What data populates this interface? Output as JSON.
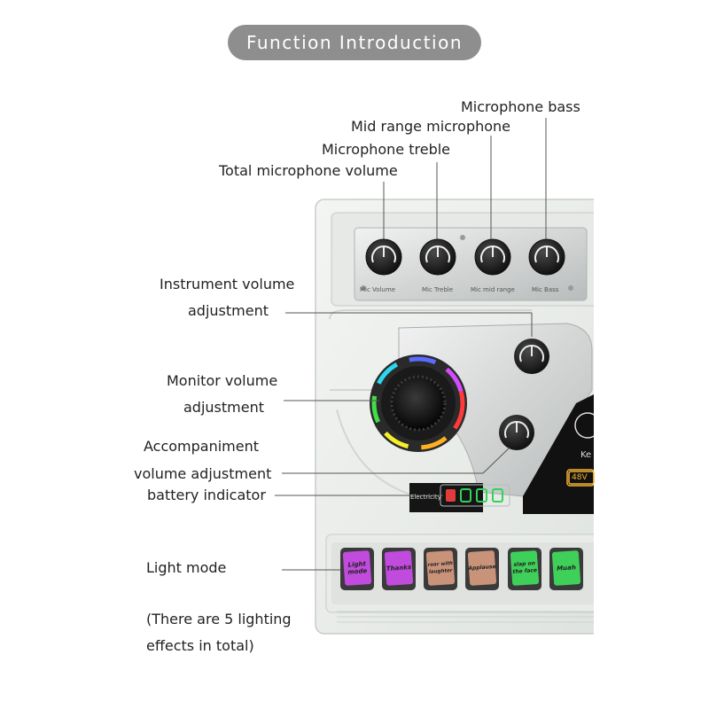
{
  "header": {
    "title": "Function Introduction"
  },
  "callouts": {
    "microphone_bass": "Microphone bass",
    "mid_range_microphone": "Mid range microphone",
    "microphone_treble": "Microphone treble",
    "total_microphone_volume": "Total microphone volume",
    "instrument_volume_line1": "Instrument volume",
    "instrument_volume_line2": "adjustment",
    "monitor_volume_line1": "Monitor volume",
    "monitor_volume_line2": "adjustment",
    "accompaniment_line1": "Accompaniment",
    "accompaniment_line2": "volume adjustment",
    "battery_indicator": "battery indicator",
    "light_mode": "Light mode",
    "lighting_note_line1": "(There are 5 lighting",
    "lighting_note_line2": "effects in total)"
  },
  "device": {
    "knob_labels": [
      "Mic Volume",
      "Mic Treble",
      "Mic mid range",
      "Mic Bass"
    ],
    "electricity_label": "Electricity",
    "phantom_label": "48V",
    "key_label": "Ke",
    "battery_level_count": 4,
    "colors": {
      "battery_red": "#e23b3b",
      "battery_green": "#2fd45a"
    },
    "buttons": [
      {
        "label_line1": "Light",
        "label_line2": "mode",
        "color": "#c04bdc"
      },
      {
        "label_line1": "Thanks",
        "label_line2": "",
        "color": "#c04bdc"
      },
      {
        "label_line1": "roar with",
        "label_line2": "laughter",
        "color": "#c9937a"
      },
      {
        "label_line1": "Applause",
        "label_line2": "",
        "color": "#c9937a"
      },
      {
        "label_line1": "slap on",
        "label_line2": "the face",
        "color": "#3fd05a"
      },
      {
        "label_line1": "Muah",
        "label_line2": "",
        "color": "#3fd05a"
      }
    ]
  }
}
